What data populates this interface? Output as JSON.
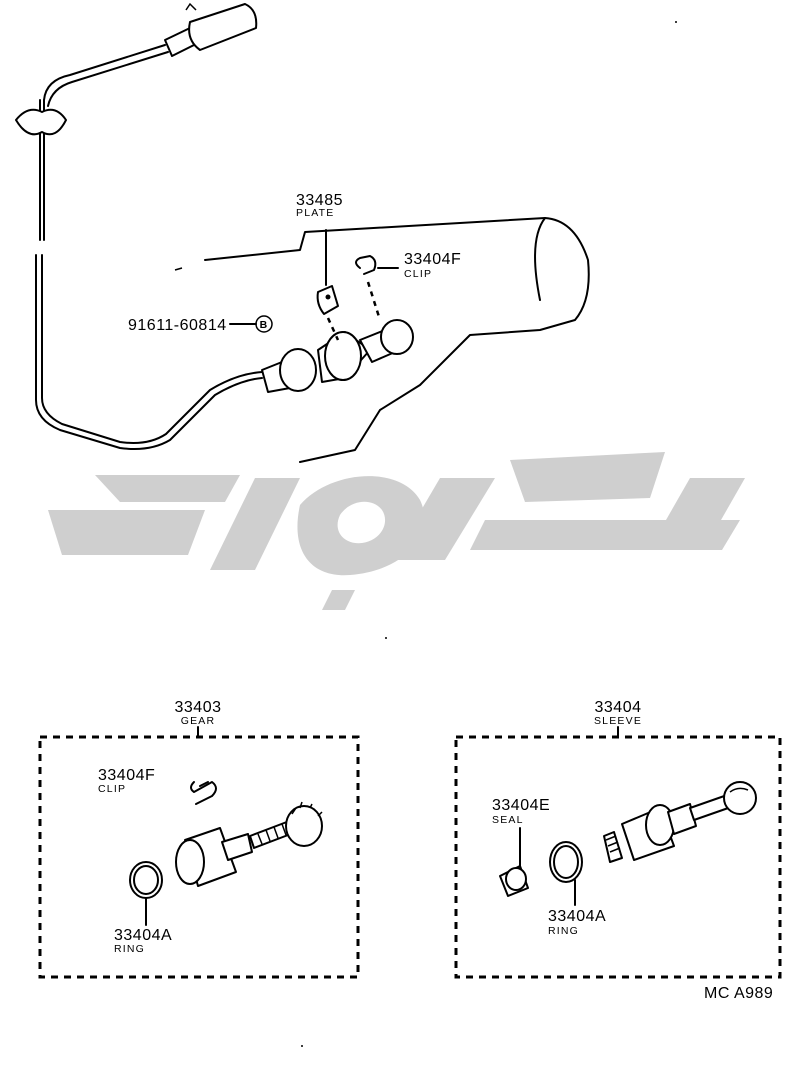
{
  "callouts": {
    "plate": {
      "number": "33485",
      "name": "PLATE"
    },
    "clip_top": {
      "number": "33404F",
      "name": "CLIP"
    },
    "bolt": {
      "number": "91611-60814",
      "symbol": "B"
    },
    "gear": {
      "number": "33403",
      "name": "GEAR"
    },
    "clip_gear": {
      "number": "33404F",
      "name": "CLIP"
    },
    "ring_gear": {
      "number": "33404A",
      "name": "RING"
    },
    "sleeve": {
      "number": "33404",
      "name": "SLEEVE"
    },
    "seal": {
      "number": "33404E",
      "name": "SEAL"
    },
    "ring_sleeve": {
      "number": "33404A",
      "name": "RING"
    }
  },
  "diagram_code": "MC  A989",
  "watermark": {
    "color": "#cfcfcf"
  }
}
